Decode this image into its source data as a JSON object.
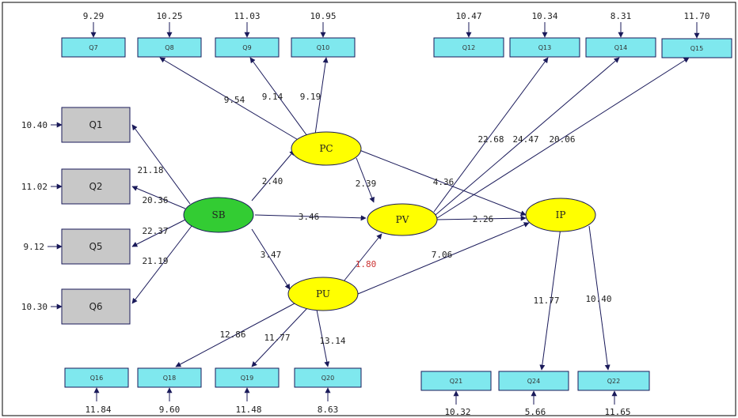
{
  "diagram": {
    "latent": {
      "SB": "SB",
      "PC": "PC",
      "PV": "PV",
      "PU": "PU",
      "IP": "IP"
    },
    "indicators": {
      "Q7": "Q7",
      "Q8": "Q8",
      "Q9": "Q9",
      "Q10": "Q10",
      "Q12": "Q12",
      "Q13": "Q13",
      "Q14": "Q14",
      "Q15": "Q15",
      "Q1": "Q1",
      "Q2": "Q2",
      "Q5": "Q5",
      "Q6": "Q6",
      "Q16": "Q16",
      "Q18": "Q18",
      "Q19": "Q19",
      "Q20": "Q20",
      "Q21": "Q21",
      "Q24": "Q24",
      "Q22": "Q22"
    },
    "errors": {
      "Q7": "9.29",
      "Q8": "10.25",
      "Q9": "11.03",
      "Q10": "10.95",
      "Q12": "10.47",
      "Q13": "10.34",
      "Q14": "8.31",
      "Q15": "11.70",
      "Q1": "10.40",
      "Q2": "11.02",
      "Q5": "9.12",
      "Q6": "10.30",
      "Q16": "11.84",
      "Q18": "9.60",
      "Q19": "11.48",
      "Q20": "8.63",
      "Q21": "10.32",
      "Q24": "5.66",
      "Q22": "11.65"
    },
    "loadings": {
      "PC_Q8": "9.54",
      "PC_Q9": "9.14",
      "PC_Q10": "9.19",
      "SB_Q1": "21.18",
      "SB_Q2": "20.36",
      "SB_Q5": "22.37",
      "SB_Q6": "21.19",
      "PV_Q13": "22.68",
      "PV_Q14": "24.47",
      "PV_Q15": "20.06",
      "PU_Q18": "12.86",
      "PU_Q19": "11.77",
      "PU_Q20": "13.14",
      "IP_Q24": "11.77",
      "IP_Q22": "10.40"
    },
    "paths": {
      "SB_PC": "2.40",
      "SB_PV": "3.46",
      "SB_PU": "3.47",
      "PC_PV": "2.39",
      "PC_IP": "4.36",
      "PV_IP": "2.26",
      "PU_PV": "1.80",
      "PU_IP": "7.06"
    },
    "colors": {
      "indicator_top_bottom": "#7fe8ee",
      "indicator_left": "#c8c8c8",
      "latent": "#ffff00",
      "latent_exogenous": "#33cc33",
      "nonsignificant_path": "#cc3333"
    }
  }
}
